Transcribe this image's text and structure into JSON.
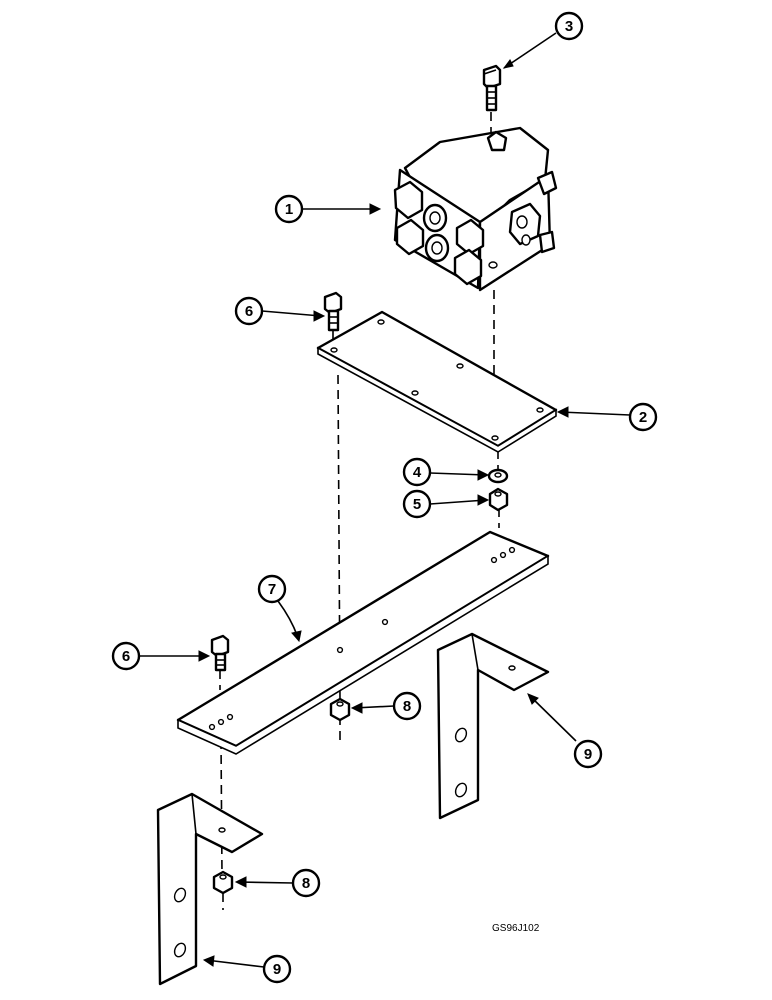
{
  "callouts": [
    {
      "id": "c3",
      "label": "3"
    },
    {
      "id": "c1",
      "label": "1"
    },
    {
      "id": "c6a",
      "label": "6"
    },
    {
      "id": "c2",
      "label": "2"
    },
    {
      "id": "c4",
      "label": "4"
    },
    {
      "id": "c5",
      "label": "5"
    },
    {
      "id": "c7",
      "label": "7"
    },
    {
      "id": "c6b",
      "label": "6"
    },
    {
      "id": "c8a",
      "label": "8"
    },
    {
      "id": "c9a",
      "label": "9"
    },
    {
      "id": "c8b",
      "label": "8"
    },
    {
      "id": "c9b",
      "label": "9"
    }
  ],
  "figure_code": "GS96J102"
}
